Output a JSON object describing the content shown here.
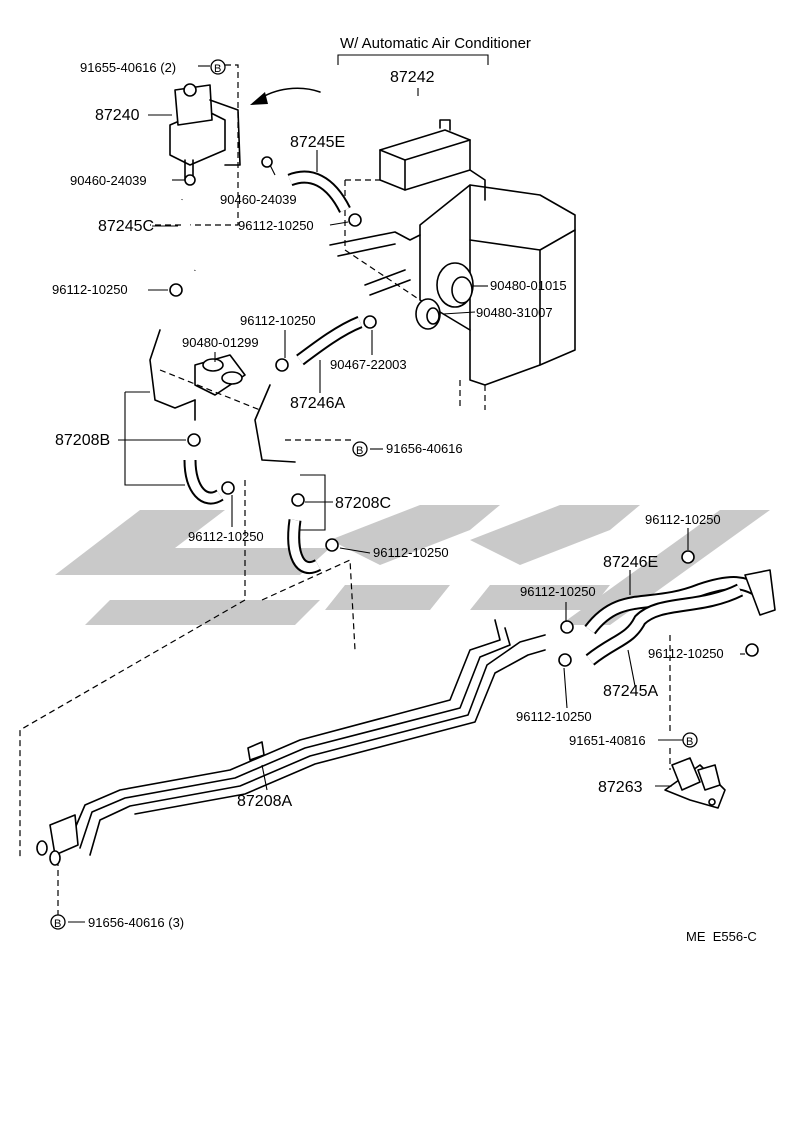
{
  "title": "W/ Automatic Air Conditioner",
  "doc_code": "ME  E556-C",
  "bolt_marker": "B",
  "labels": {
    "p91655_40616": "91655-40616 (2)",
    "p87240": "87240",
    "p90460_24039_left": "90460-24039",
    "p87245C": "87245C",
    "p96112_10250_a": "96112-10250",
    "p87242": "87242",
    "p87245E": "87245E",
    "p90460_24039_mid": "90460-24039",
    "p96112_10250_b": "96112-10250",
    "p90480_01015": "90480-01015",
    "p90480_31007": "90480-31007",
    "p96112_10250_c": "96112-10250",
    "p90480_01299": "90480-01299",
    "p90467_22003": "90467-22003",
    "p87246A": "87246A",
    "p87208B": "87208B",
    "p91656_40616": "91656-40616",
    "p96112_10250_d": "96112-10250",
    "p87208C": "87208C",
    "p96112_10250_e": "96112-10250",
    "p96112_10250_f": "96112-10250",
    "p87246E": "87246E",
    "p96112_10250_g": "96112-10250",
    "p96112_10250_h": "96112-10250",
    "p87245A": "87245A",
    "p96112_10250_i": "96112-10250",
    "p91651_40816": "91651-40816",
    "p87263": "87263",
    "p87208A": "87208A",
    "p91656_40616_3": "91656-40616 (3)"
  },
  "colors": {
    "ink": "#000000",
    "watermark": "#c9c9c9",
    "paper": "#ffffff"
  }
}
